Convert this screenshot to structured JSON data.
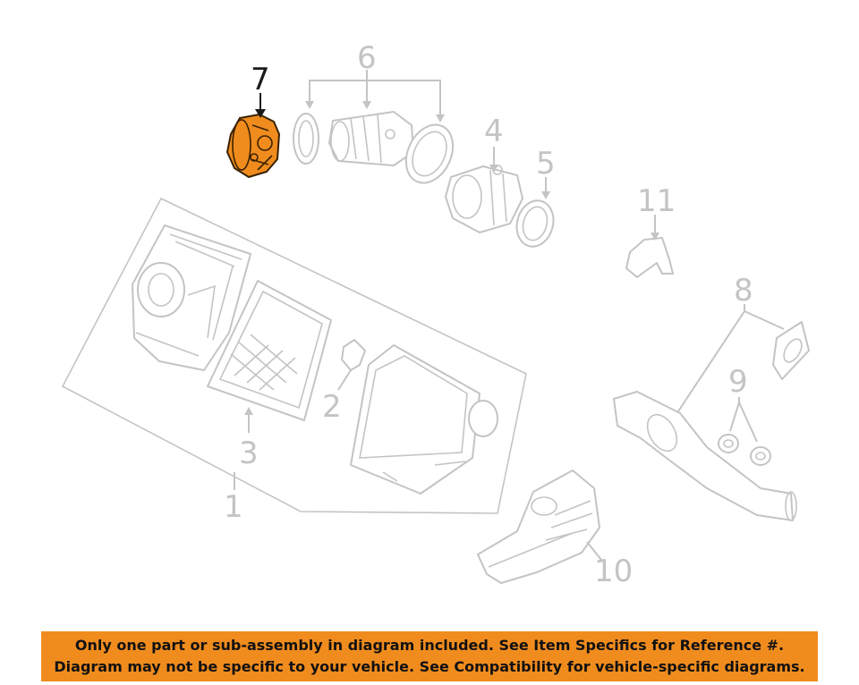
{
  "callouts": {
    "c1": "1",
    "c2": "2",
    "c3": "3",
    "c4": "4",
    "c5": "5",
    "c6": "6",
    "c7": "7",
    "c8": "8",
    "c9": "9",
    "c10": "10",
    "c11": "11"
  },
  "highlighted_part": "7",
  "colors": {
    "highlight": "#f08c1e",
    "line": "#c4c4c4",
    "banner": "#f08c1e",
    "text": "#111111"
  },
  "banner": {
    "line1": "Only one part or sub-assembly in diagram included. See Item Specifics for Reference #.",
    "line2": "Diagram may not be specific to your vehicle. See Compatibility for vehicle-specific diagrams."
  }
}
